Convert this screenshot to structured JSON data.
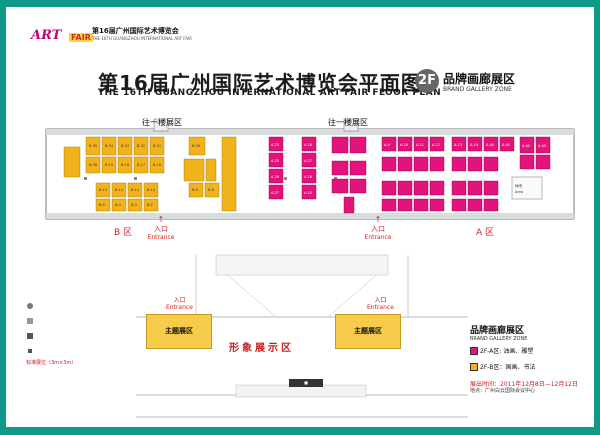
{
  "header": {
    "logo_art": "ART",
    "logo_fair": "FAIR",
    "logo_cn": "第16届广州国际艺术博览会"
  },
  "title": {
    "cn": "第16届广州国际艺术博览会平面图",
    "en": "THE 16TH GUANGZHOU INTERNATIONAL ART FAIR FLOOR PLAN"
  },
  "zone_badge": {
    "floor": "2F",
    "name_cn": "品牌画廊展区",
    "name_en": "BRAND GALLERY ZONE"
  },
  "plan": {
    "stair_left": "往一楼展区",
    "stair_right": "往一楼展区",
    "zone_b": "B 区",
    "zone_a": "A 区",
    "entrance_cn": "入口",
    "entrance_en": "Entrance",
    "b_booths_top": [
      "B-35",
      "B-34",
      "B-33",
      "B-32",
      "B-31",
      "B-30"
    ],
    "b_booths_mid": [
      "B-36",
      "B-15",
      "B-16",
      "B-17",
      "B-18",
      "B-19"
    ],
    "b_booths_low": [
      "B-13",
      "B-12",
      "B-11",
      "B-10",
      "B-9",
      "B-8"
    ],
    "b_booths_bot": [
      "B-5",
      "B-4",
      "B-3",
      "B-2"
    ],
    "a_booths_left": [
      "A-23",
      "A-25",
      "A-26",
      "A-27"
    ],
    "a_booths_mid": [
      "A-18",
      "A-17",
      "A-16",
      "A-15"
    ],
    "a_booths_right": [
      "A-9",
      "A-10",
      "A-11",
      "A-12",
      "A-13",
      "A-14"
    ],
    "a_booths_far": [
      "A-40",
      "A-41",
      "A-42",
      "A-43"
    ]
  },
  "sub_plan": {
    "center_label": "形象展示区",
    "theme_left": "主题展区",
    "theme_right": "主题展区",
    "entrance_cn": "入口",
    "entrance_en": "Entrance"
  },
  "legend_left": {
    "highlight": "标准展位（3m×3m）"
  },
  "legend_right": {
    "title_cn": "品牌画廊展区",
    "title_en": "BRAND GALLERY ZONE",
    "item1": "2F-A区: 油画、雕塑",
    "item2": "2F-B区：国画、书法",
    "date": "展出时间：2011年12月8日—12月12日",
    "venue": "地点：广州白云国际会议中心"
  },
  "colors": {
    "frame": "#0f9a8a",
    "booth_yellow": "#f2b21c",
    "booth_magenta": "#e2137a",
    "accent_red": "#d12222"
  }
}
